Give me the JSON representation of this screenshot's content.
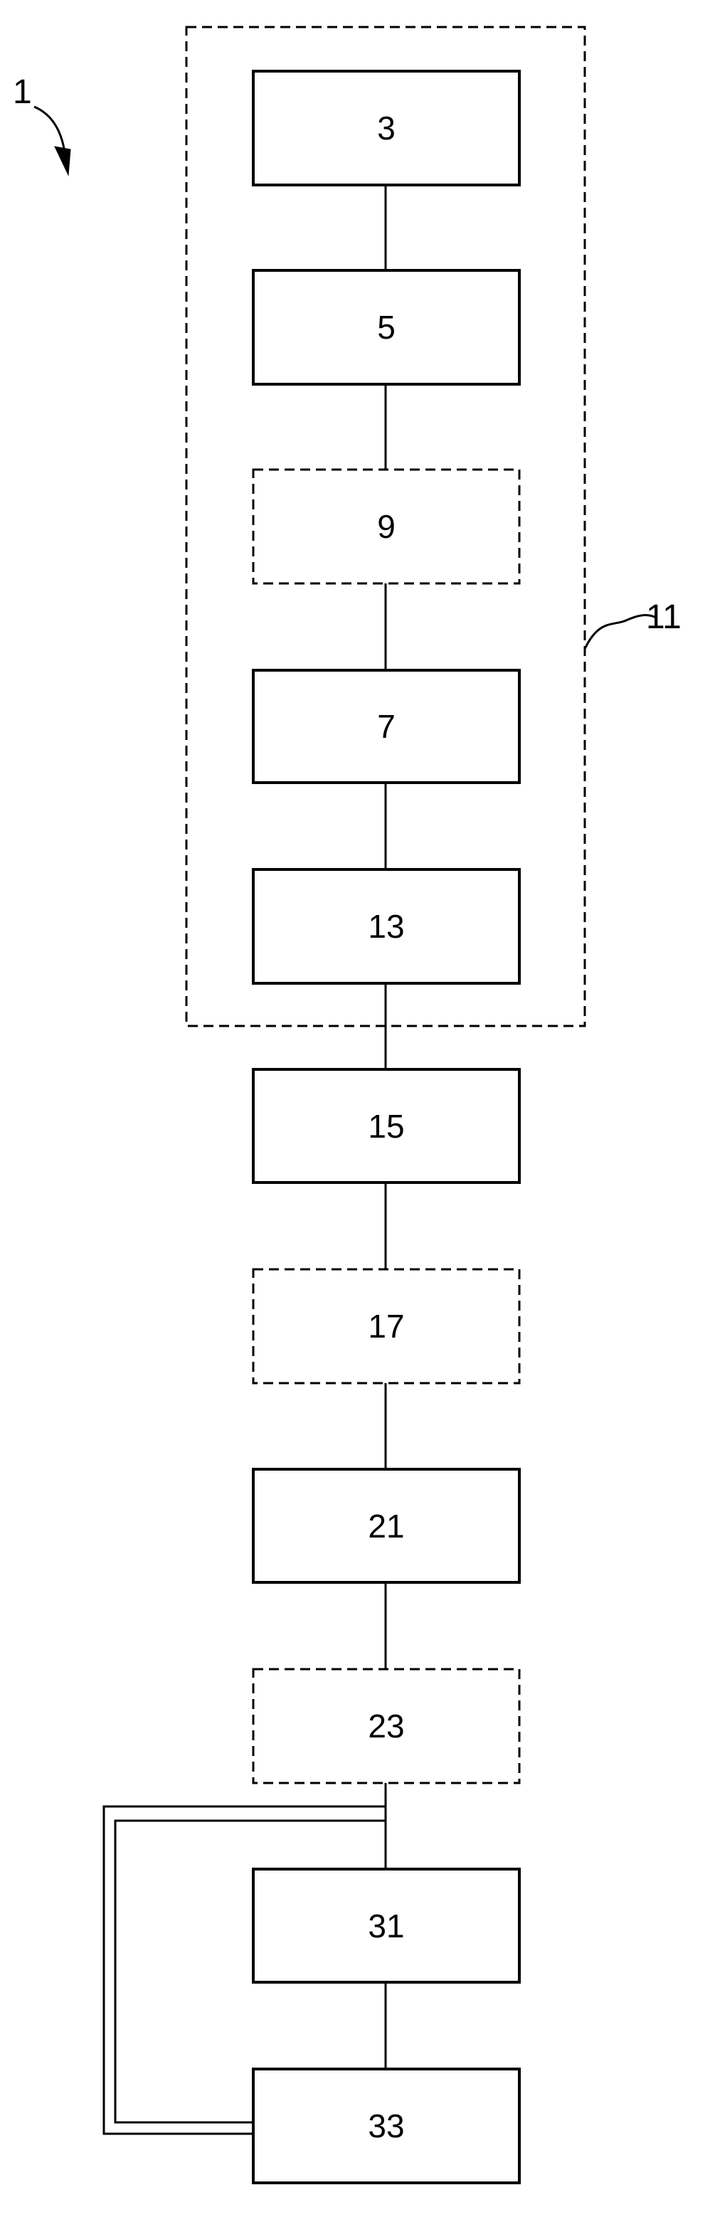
{
  "figure": {
    "ref_1": "1",
    "ref_11": "11"
  },
  "blocks": [
    {
      "id": "b3",
      "label": "3",
      "style": "solid"
    },
    {
      "id": "b5",
      "label": "5",
      "style": "solid"
    },
    {
      "id": "b9",
      "label": "9",
      "style": "dashed"
    },
    {
      "id": "b7",
      "label": "7",
      "style": "solid"
    },
    {
      "id": "b13",
      "label": "13",
      "style": "solid"
    },
    {
      "id": "b15",
      "label": "15",
      "style": "solid"
    },
    {
      "id": "b17",
      "label": "17",
      "style": "dashed"
    },
    {
      "id": "b21",
      "label": "21",
      "style": "solid"
    },
    {
      "id": "b23",
      "label": "23",
      "style": "dashed"
    },
    {
      "id": "b31",
      "label": "31",
      "style": "solid"
    },
    {
      "id": "b33",
      "label": "33",
      "style": "solid"
    }
  ],
  "colors": {
    "stroke": "#000000",
    "background": "#ffffff"
  }
}
